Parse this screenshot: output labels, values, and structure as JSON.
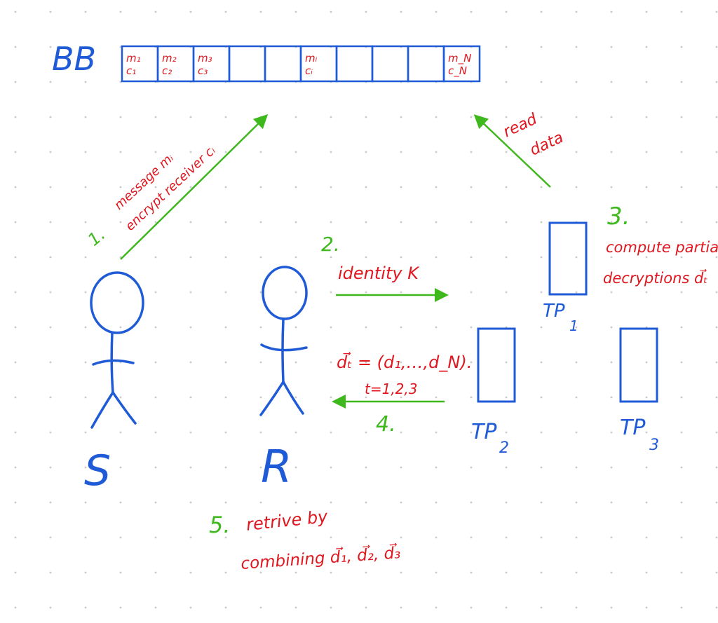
{
  "bulletin_board": {
    "label": "BB",
    "cells": [
      {
        "m": "m₁",
        "c": "c₁"
      },
      {
        "m": "m₂",
        "c": "c₂"
      },
      {
        "m": "m₃",
        "c": "c₃"
      },
      {
        "m": "",
        "c": ""
      },
      {
        "m": "",
        "c": ""
      },
      {
        "m": "mᵢ",
        "c": "cᵢ"
      },
      {
        "m": "",
        "c": ""
      },
      {
        "m": "",
        "c": ""
      },
      {
        "m": "",
        "c": ""
      },
      {
        "m": "m_N",
        "c": "c_N"
      }
    ]
  },
  "actors": {
    "sender": "S",
    "receiver": "R"
  },
  "parties": [
    {
      "name": "TP",
      "sub": "1"
    },
    {
      "name": "TP",
      "sub": "2"
    },
    {
      "name": "TP",
      "sub": "3"
    }
  ],
  "steps": {
    "s1_num": "1.",
    "s1_line1": "message mᵢ",
    "s1_line2": "encrypt receiver cᵢ",
    "read_line1": "read",
    "read_line2": "data",
    "s2_num": "2.",
    "s2_text": "identity K",
    "s3_num": "3.",
    "s3_line1": "compute partial",
    "s3_line2": "decryptions d⃗ₜ",
    "s4_num": "4.",
    "s4_line1": "d⃗ₜ = (d₁,…,d_N).",
    "s4_line2": "t=1,2,3",
    "s5_num": "5.",
    "s5_line1": "retrive by",
    "s5_line2": "combining d⃗₁, d⃗₂, d⃗₃"
  },
  "colors": {
    "blue": "#1f5bd6",
    "red": "#e0171f",
    "green": "#3fb81e",
    "dot": "#c9c9c9"
  }
}
